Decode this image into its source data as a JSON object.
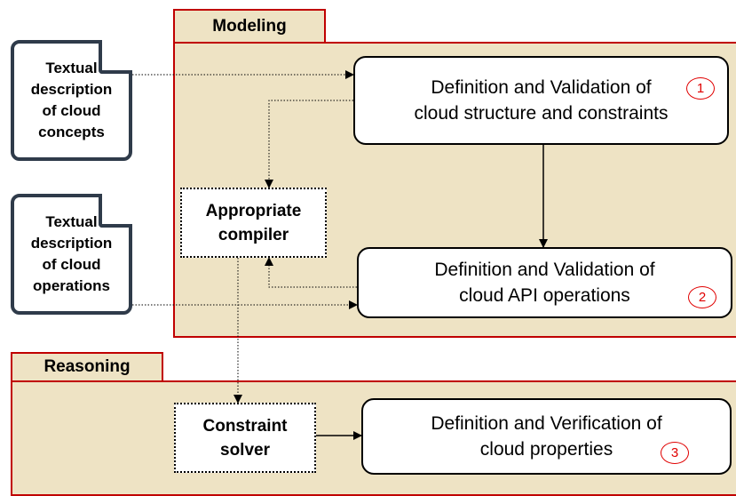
{
  "regions": {
    "modeling": {
      "label": "Modeling"
    },
    "reasoning": {
      "label": "Reasoning"
    }
  },
  "documents": {
    "concepts": {
      "lines": [
        "Textual",
        "description",
        "of cloud",
        "concepts"
      ]
    },
    "operations": {
      "lines": [
        "Textual",
        "description",
        "of cloud",
        "operations"
      ]
    }
  },
  "processes": {
    "structure": {
      "lines": [
        "Definition and Validation of",
        "cloud structure and constraints"
      ],
      "number": "1"
    },
    "api": {
      "lines": [
        "Definition and Validation of",
        "cloud API operations"
      ],
      "number": "2"
    },
    "properties": {
      "lines": [
        "Definition and Verification of",
        "cloud properties"
      ],
      "number": "3"
    }
  },
  "tools": {
    "compiler": {
      "lines": [
        "Appropriate",
        "compiler"
      ]
    },
    "solver": {
      "lines": [
        "Constraint",
        "solver"
      ]
    }
  },
  "colors": {
    "region_fill": "#eee3c4",
    "region_border": "#c00000",
    "document_border": "#2f3b4a",
    "number_marker": "#e00000"
  }
}
